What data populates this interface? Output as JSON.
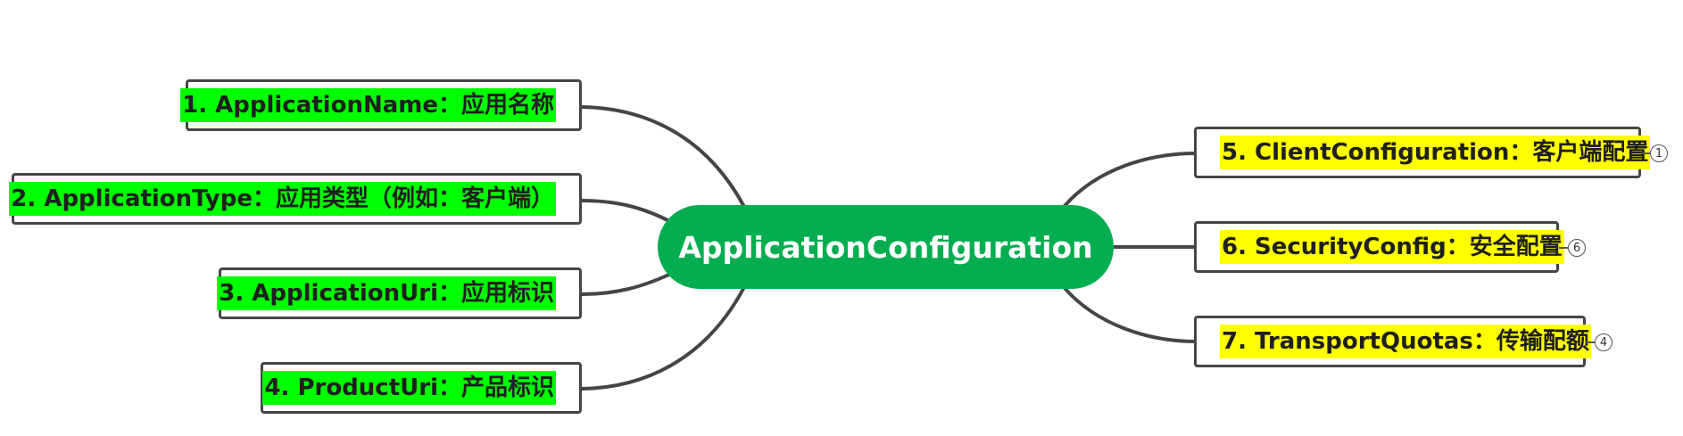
{
  "mindmap": {
    "central": {
      "label": "ApplicationConfiguration",
      "color": "#03ad50"
    },
    "left_nodes": [
      {
        "label": "1. ApplicationName：应用名称",
        "highlight": "#00ff00"
      },
      {
        "label": "2. ApplicationType：应用类型（例如：客户端）",
        "highlight": "#00ff00"
      },
      {
        "label": "3. ApplicationUri：应用标识",
        "highlight": "#00ff00"
      },
      {
        "label": "4. ProductUri：产品标识",
        "highlight": "#00ff00"
      }
    ],
    "right_nodes": [
      {
        "label": "5. ClientConfiguration：客户端配置",
        "highlight": "#ffff00",
        "collapsed_count": "1"
      },
      {
        "label": "6. SecurityConfig：安全配置",
        "highlight": "#ffff00",
        "collapsed_count": "6"
      },
      {
        "label": "7. TransportQuotas：传输配额",
        "highlight": "#ffff00",
        "collapsed_count": "4"
      }
    ]
  }
}
